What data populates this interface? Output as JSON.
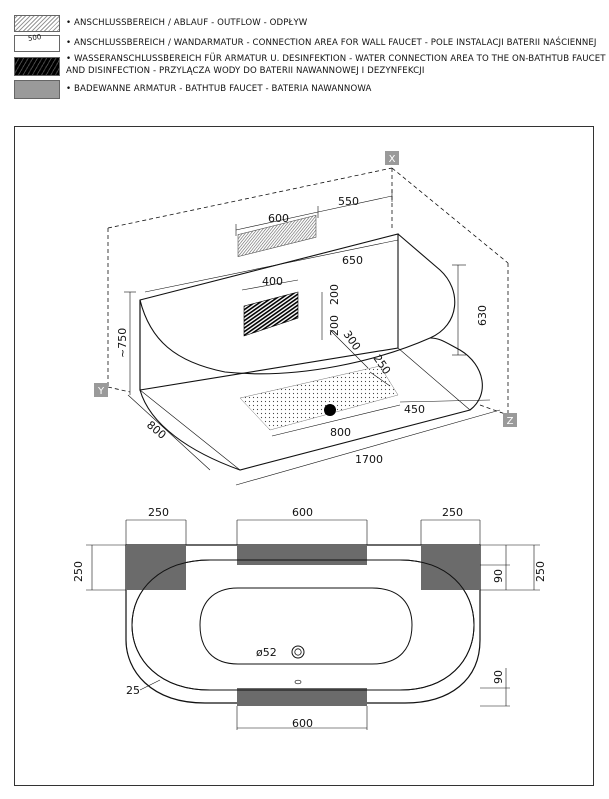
{
  "legend": [
    {
      "swatch": "hatched",
      "sw_label": "",
      "text": "• ANSCHLUSSBEREICH / ABLAUF - OUTFLOW - ODPŁYW"
    },
    {
      "swatch": "outlined",
      "sw_label": "500",
      "text": "• ANSCHLUSSBEREICH / WANDARMATUR - CONNECTION AREA FOR WALL FAUCET - POLE INSTALACJI BATERII NAŚCIENNEJ"
    },
    {
      "swatch": "black-hatched",
      "sw_label": "",
      "text": "• WASSERANSCHLUSSBEREICH FÜR ARMATUR U. DESINFEKTION - WATER CONNECTION AREA TO THE ON-BATHTUB FAUCET",
      "text2": "AND DISINFECTION - PRZYLĄCZA WODY DO BATERII NAWANNOWEJ I DEZYNFEKCJI"
    },
    {
      "swatch": "grey",
      "sw_label": "",
      "text": "• BADEWANNE ARMATUR  - BATHTUB FAUCET - BATERIA  NAWANNOWA"
    }
  ],
  "iso": {
    "axis_x": "X",
    "axis_y": "Y",
    "axis_z": "Z",
    "dims": {
      "d600": "600",
      "d550": "550",
      "d650": "650",
      "d400": "400",
      "d200a": "200",
      "d200b": "200",
      "d630": "630",
      "d750": "~750",
      "d300": "300",
      "d250": "250",
      "d450": "450",
      "d800a": "800",
      "d800b": "800",
      "d1700": "1700"
    }
  },
  "plan": {
    "dims": {
      "d250_left": "250",
      "d600_top": "600",
      "d250_right": "250",
      "d250_vleft": "250",
      "d90_a": "90",
      "d250_vright": "250",
      "d90_b": "90",
      "d25": "25",
      "d52": "ø52",
      "d600_bottom": "600"
    }
  },
  "colors": {
    "grey_fill": "#6b6b6b",
    "line": "#111111"
  }
}
